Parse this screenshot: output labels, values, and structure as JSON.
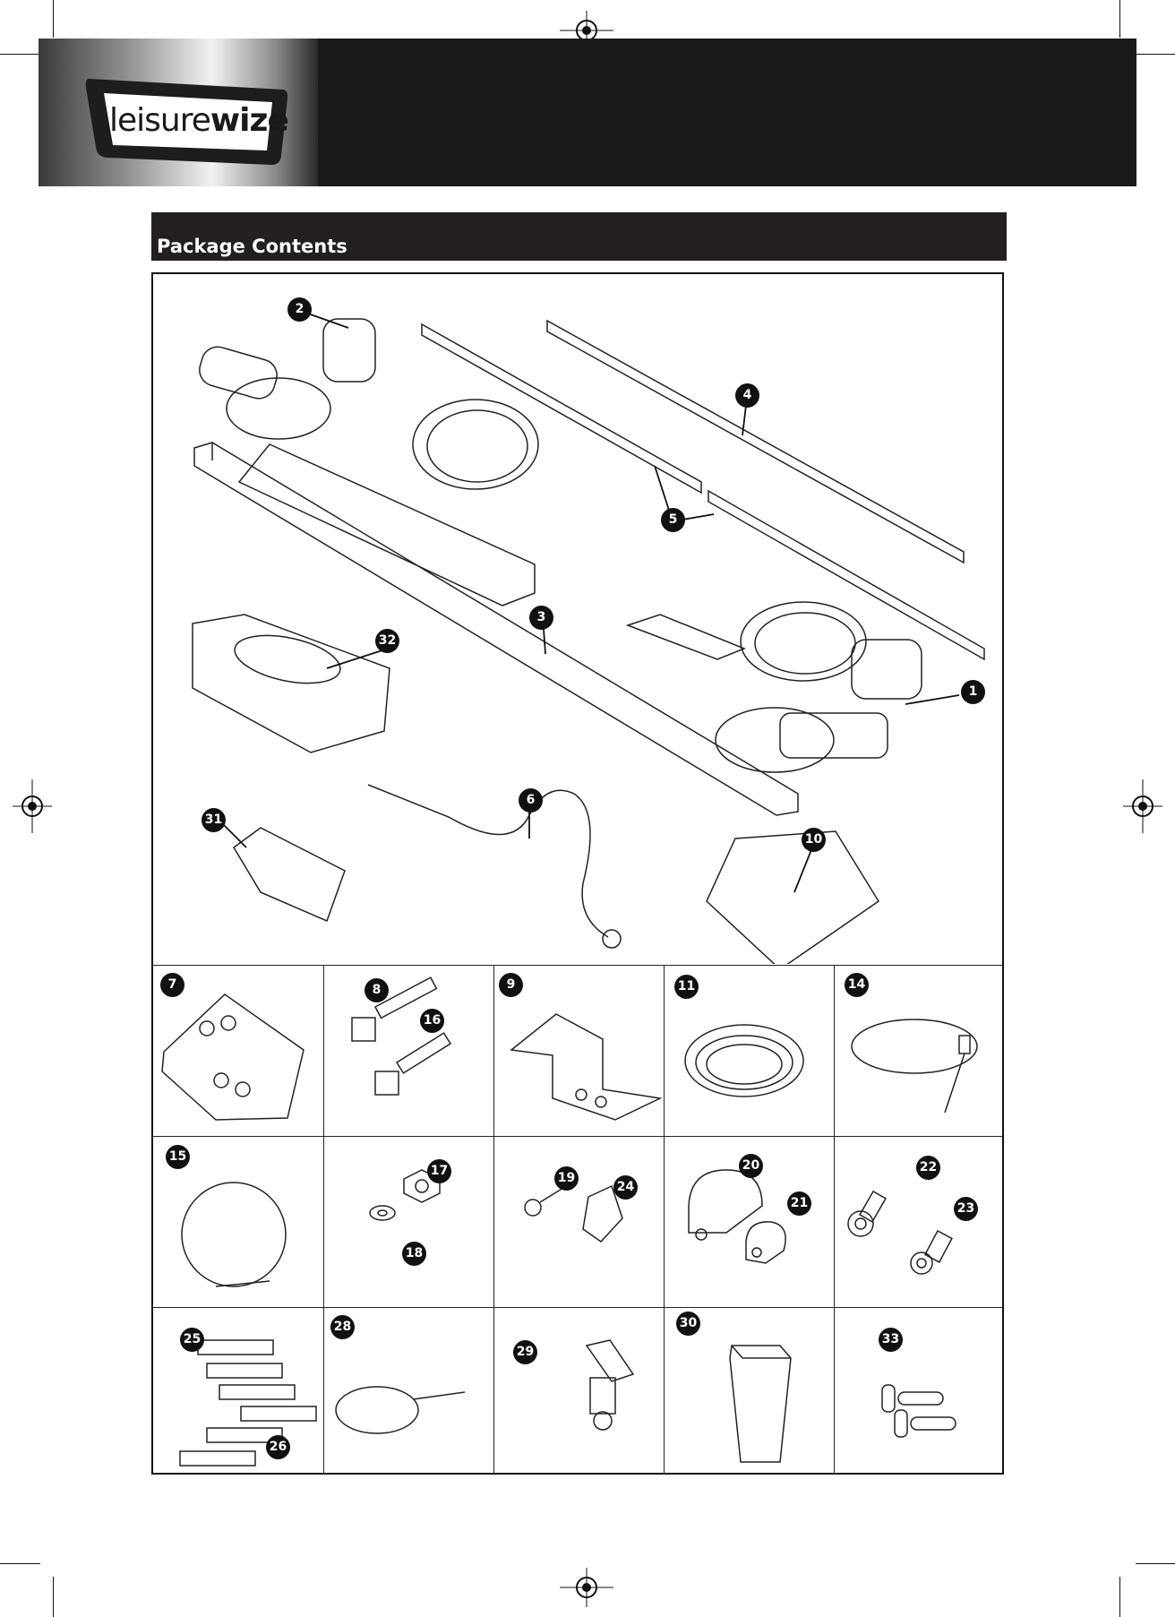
{
  "header": {
    "logo": {
      "brand_light": "leisure",
      "brand_bold": "wize"
    }
  },
  "section": {
    "title": "Package Contents"
  },
  "callouts": {
    "n1": "1",
    "n2": "2",
    "n3": "3",
    "n4": "4",
    "n5": "5",
    "n6": "6",
    "n10": "10",
    "n31": "31",
    "n32": "32"
  },
  "items": [
    {
      "labels": [
        "7"
      ]
    },
    {
      "labels": [
        "8",
        "16"
      ]
    },
    {
      "labels": [
        "9"
      ]
    },
    {
      "labels": [
        "11"
      ]
    },
    {
      "labels": [
        "14"
      ]
    },
    {
      "labels": [
        "15"
      ]
    },
    {
      "labels": [
        "17",
        "18"
      ]
    },
    {
      "labels": [
        "19",
        "24"
      ]
    },
    {
      "labels": [
        "20",
        "21"
      ]
    },
    {
      "labels": [
        "22",
        "23"
      ]
    },
    {
      "labels": [
        "25",
        "26"
      ]
    },
    {
      "labels": [
        "28"
      ]
    },
    {
      "labels": [
        "29"
      ]
    },
    {
      "labels": [
        "30"
      ]
    },
    {
      "labels": [
        "33"
      ]
    }
  ],
  "colors": {
    "header": "#1a1818",
    "title_bar": "#231f1f",
    "badge": "#111111"
  }
}
